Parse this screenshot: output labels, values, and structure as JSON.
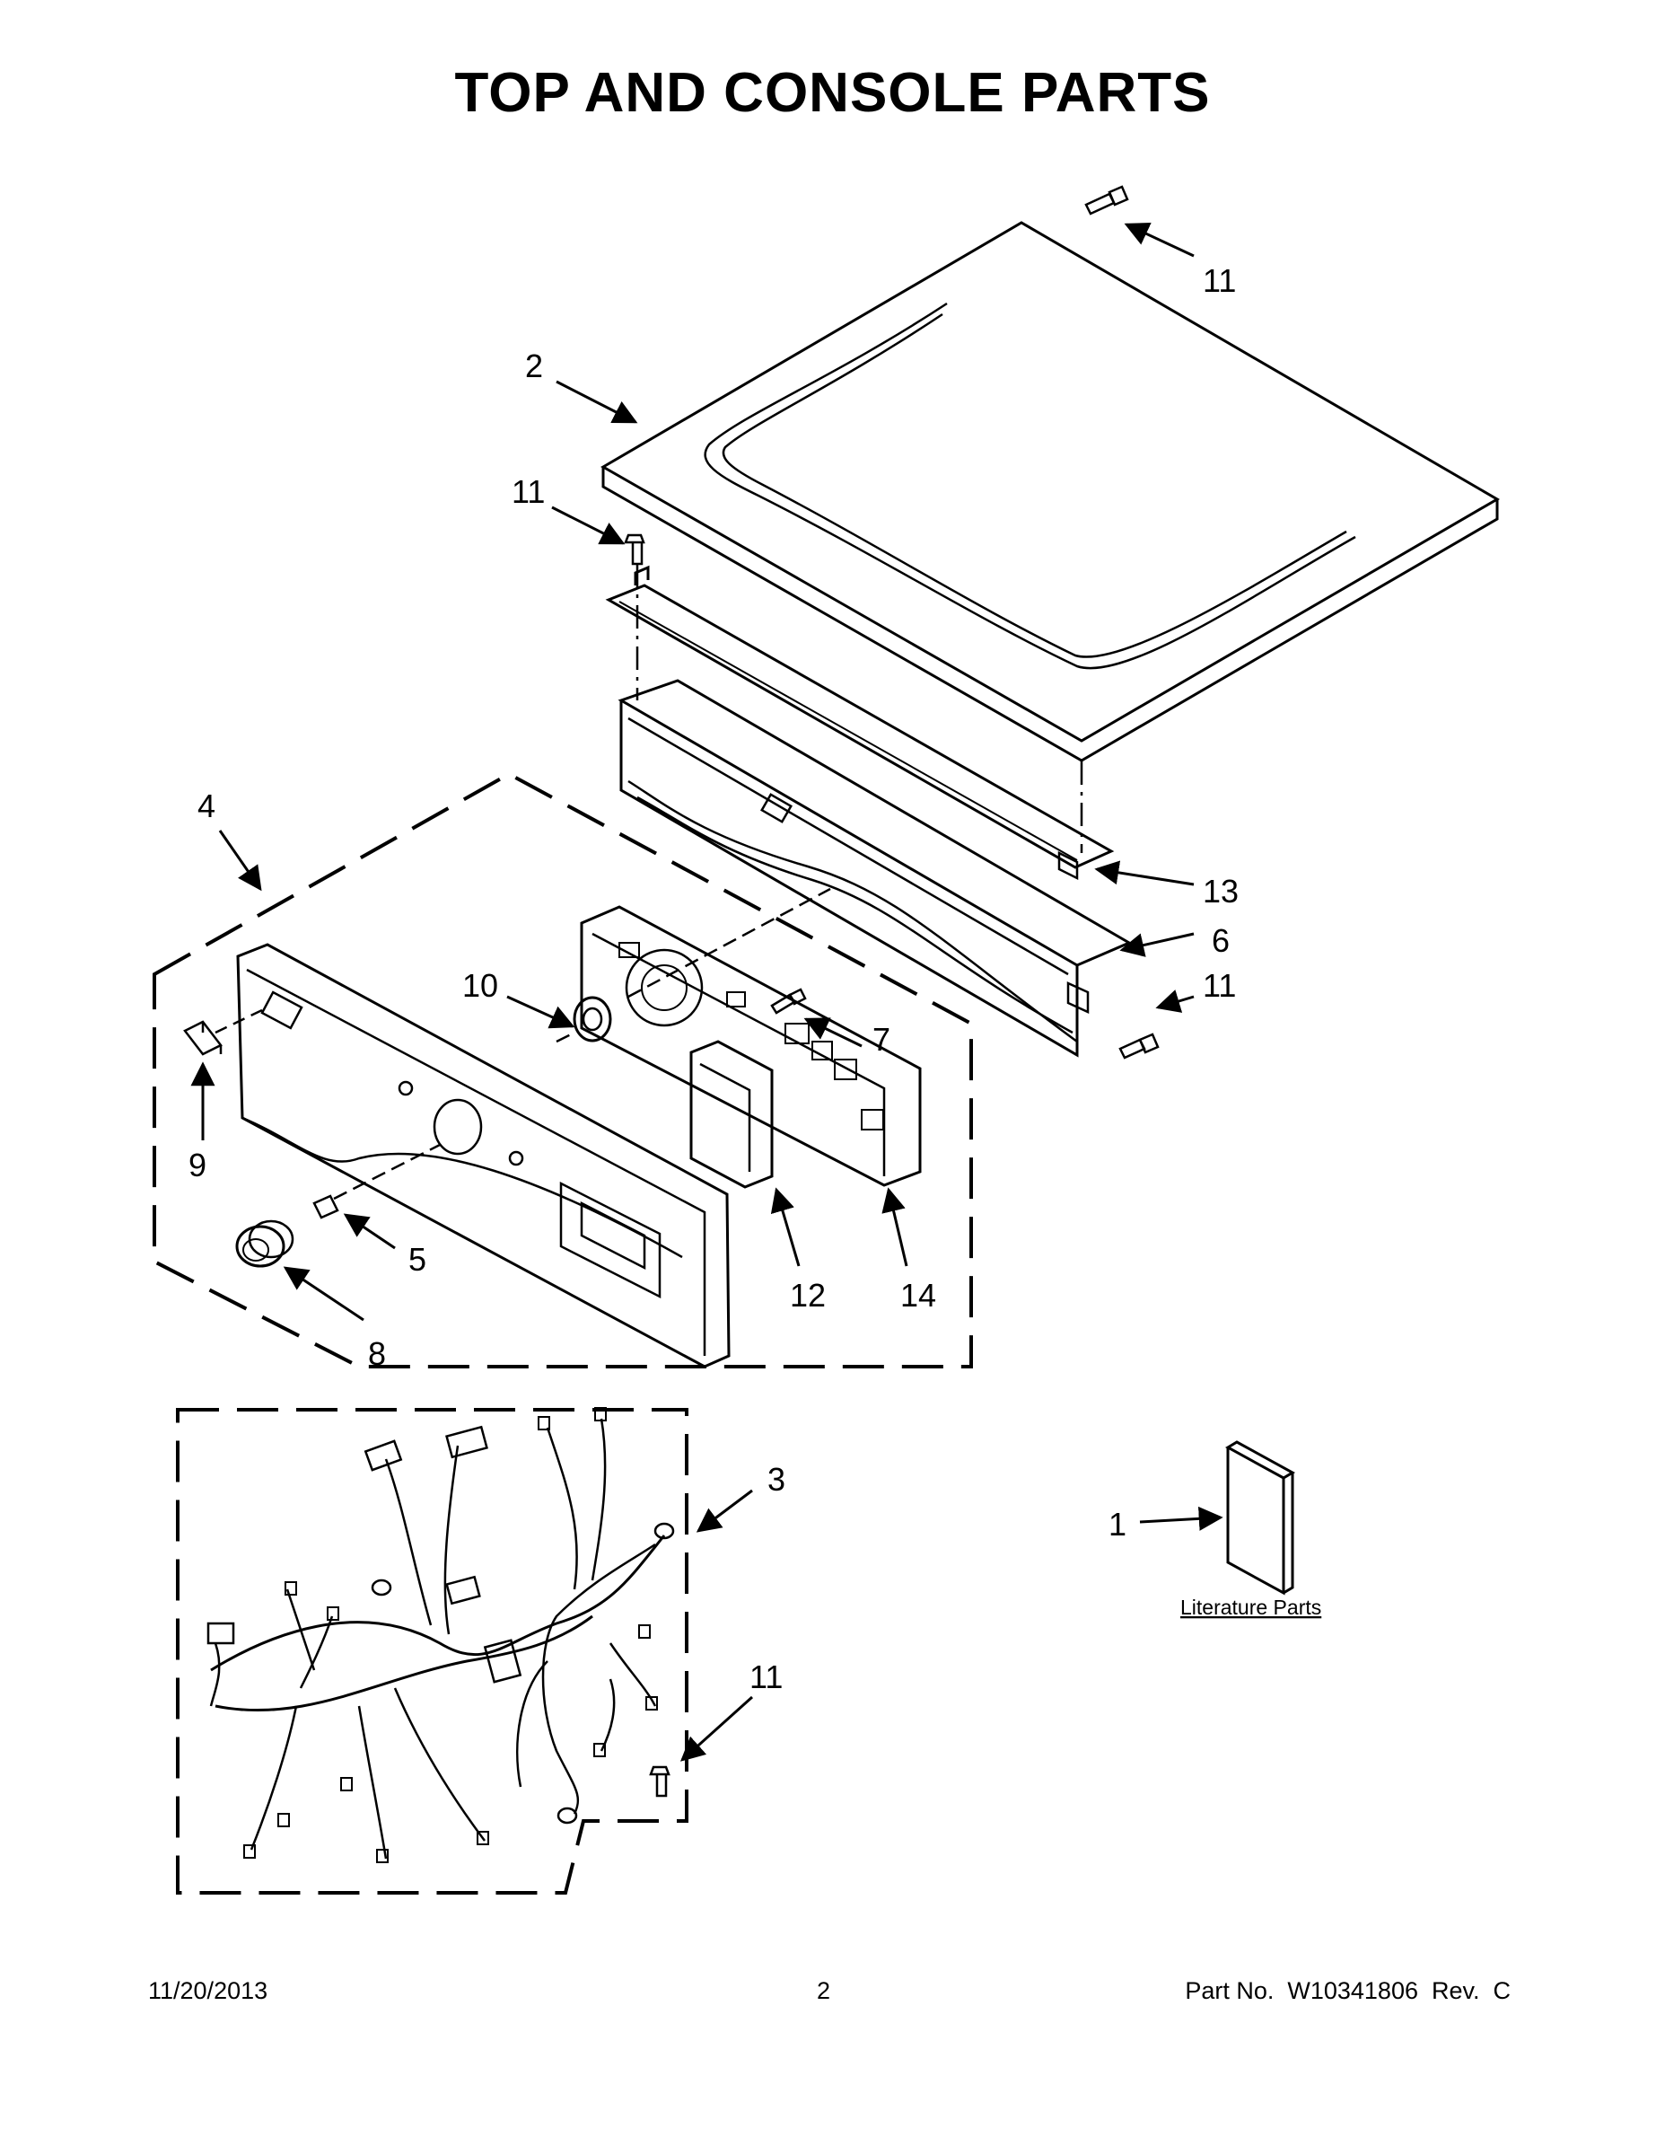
{
  "title": "TOP AND CONSOLE PARTS",
  "callouts": {
    "c1": "1",
    "c2": "2",
    "c3": "3",
    "c4": "4",
    "c5": "5",
    "c6": "6",
    "c7": "7",
    "c8": "8",
    "c9": "9",
    "c10": "10",
    "c11a": "11",
    "c11b": "11",
    "c11c": "11",
    "c11d": "11",
    "c12": "12",
    "c13": "13",
    "c14": "14"
  },
  "literature_label": "Literature Parts",
  "footer": {
    "date": "11/20/2013",
    "page": "2",
    "part": "Part No.  W10341806  Rev.  C"
  }
}
